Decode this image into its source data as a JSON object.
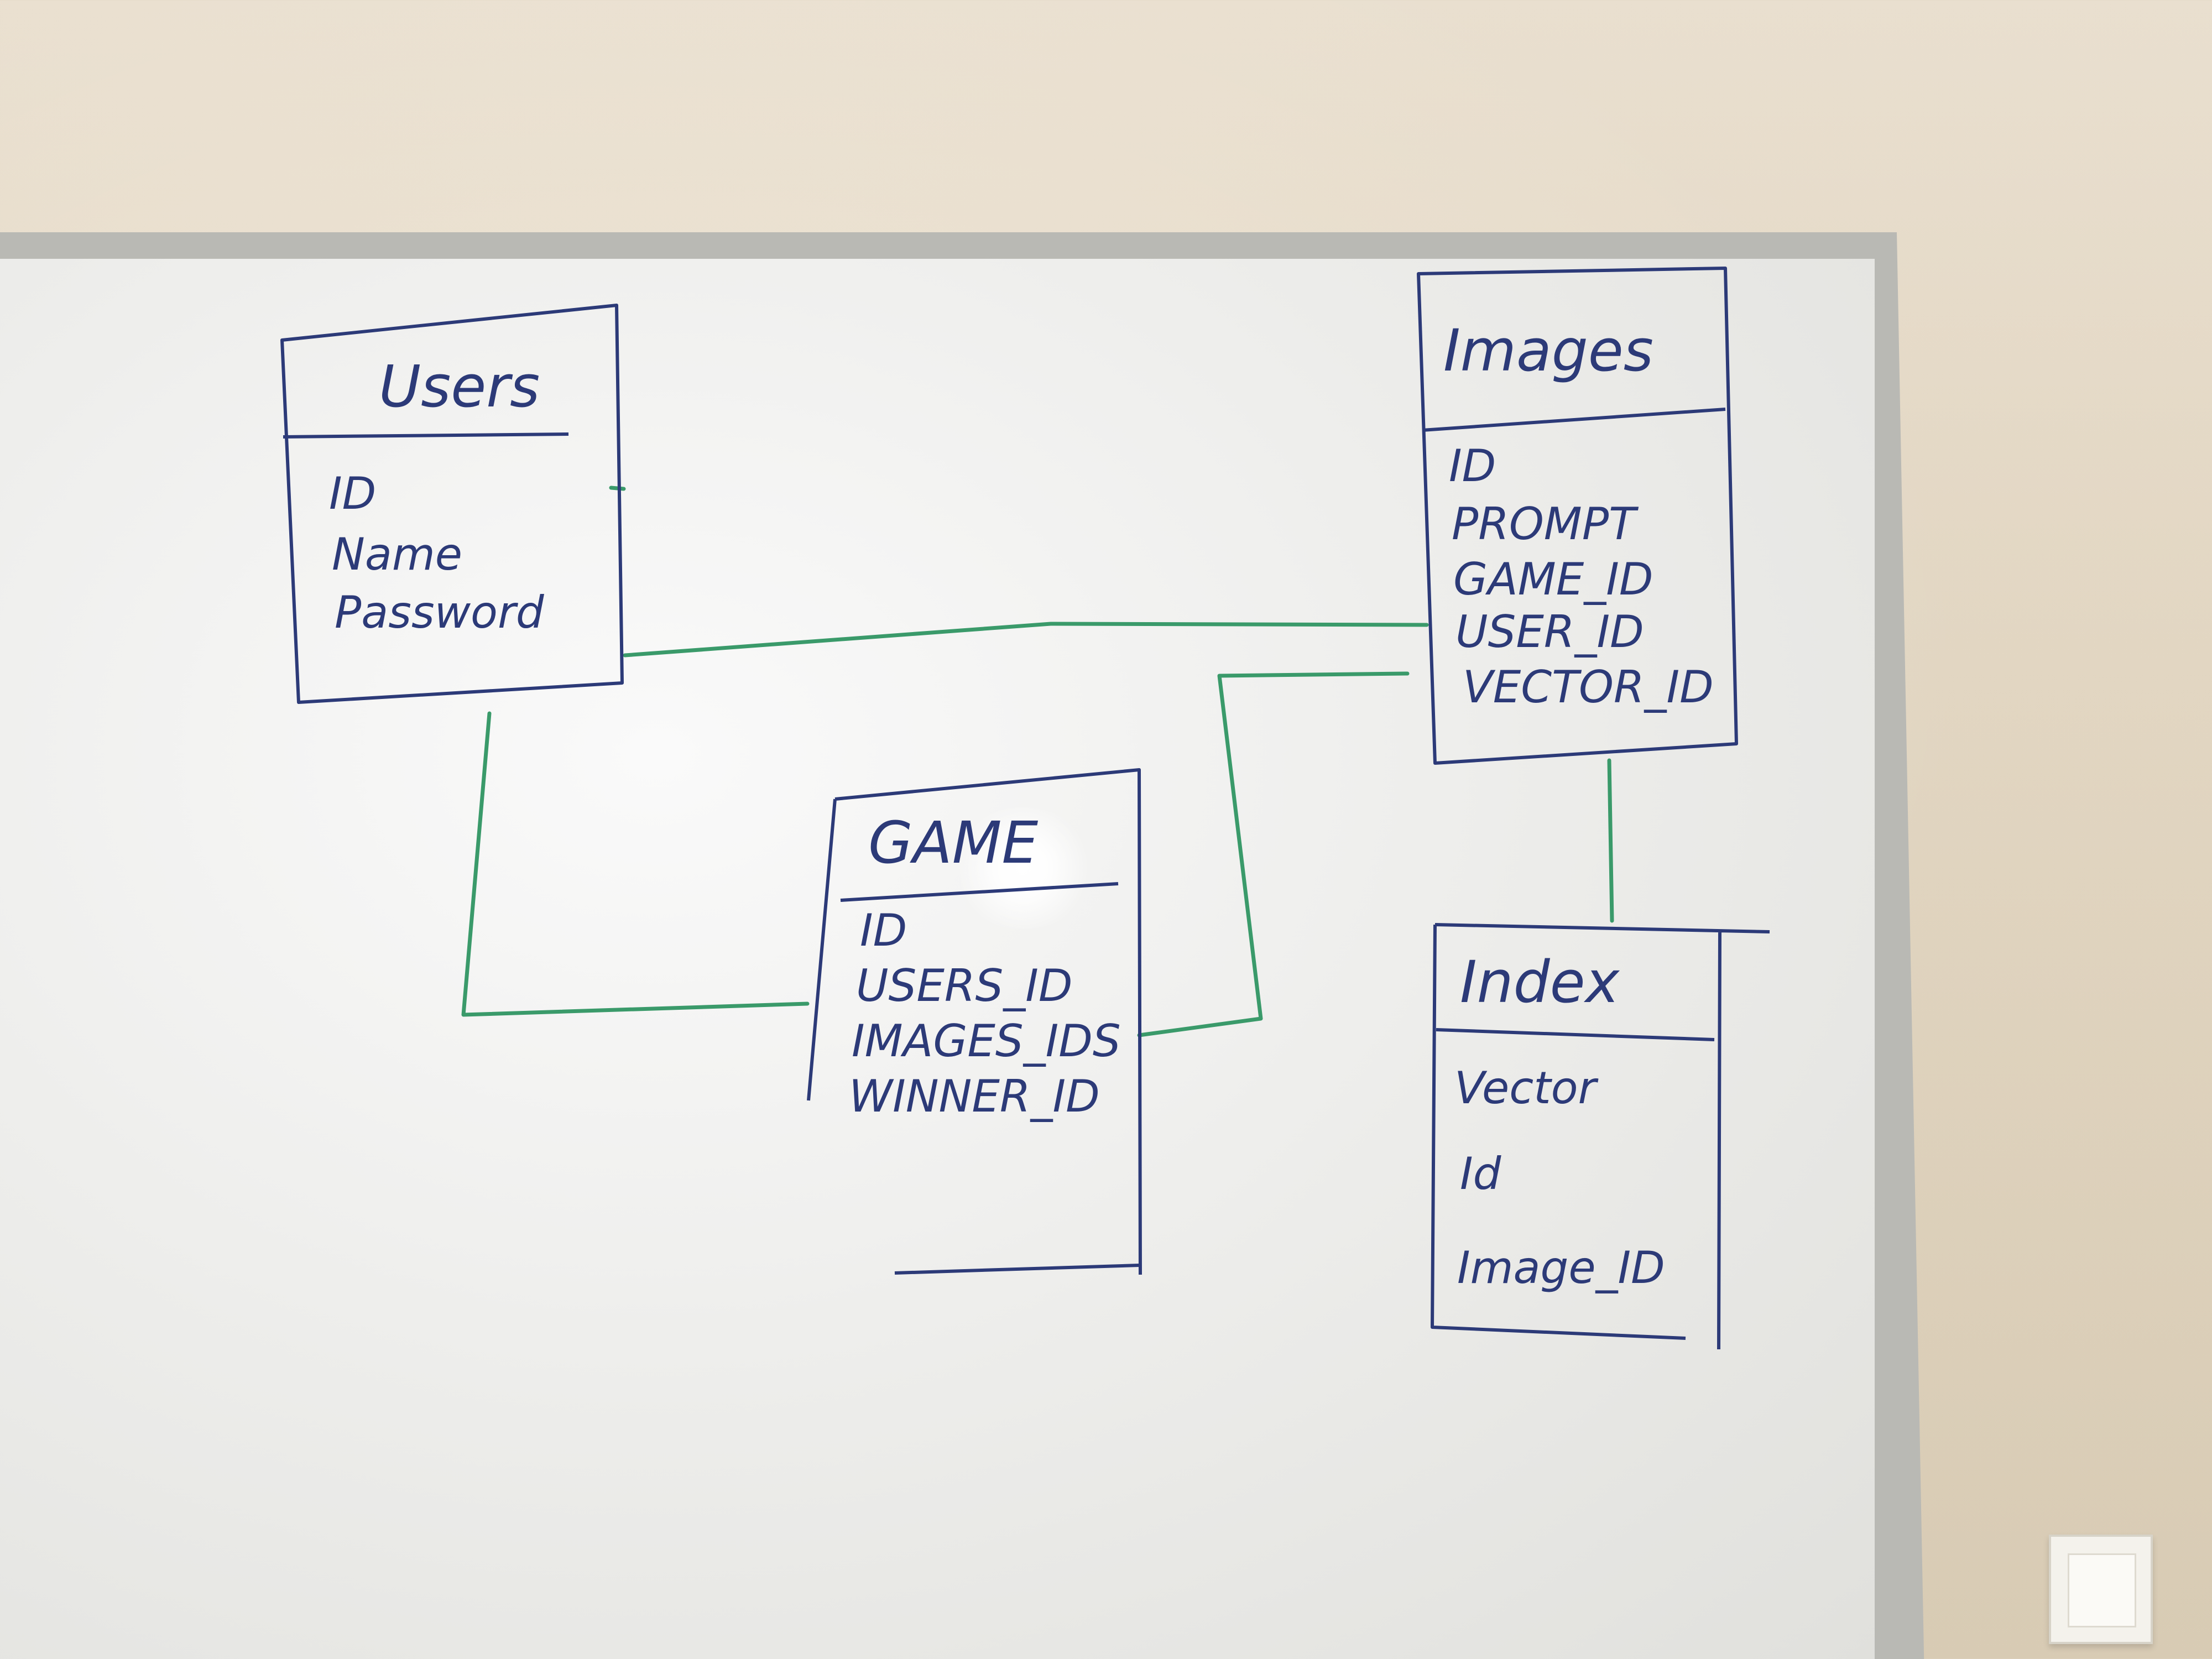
{
  "diagram": {
    "users": {
      "title": "Users",
      "fields": [
        "ID",
        "Name",
        "Password"
      ]
    },
    "images": {
      "title": "Images",
      "fields": [
        "ID",
        "PROMPT",
        "GAME_ID",
        "USER_ID",
        "VECTOR_ID"
      ]
    },
    "game": {
      "title": "GAME",
      "fields": [
        "ID",
        "USERS_ID",
        "IMAGES_IDS",
        "WINNER_ID"
      ]
    },
    "index": {
      "title": "Index",
      "fields": [
        "Vector",
        "Id",
        "Image_ID"
      ]
    },
    "colors": {
      "marker_blue": "#2c3a78",
      "marker_green": "#3a9a6a"
    }
  }
}
